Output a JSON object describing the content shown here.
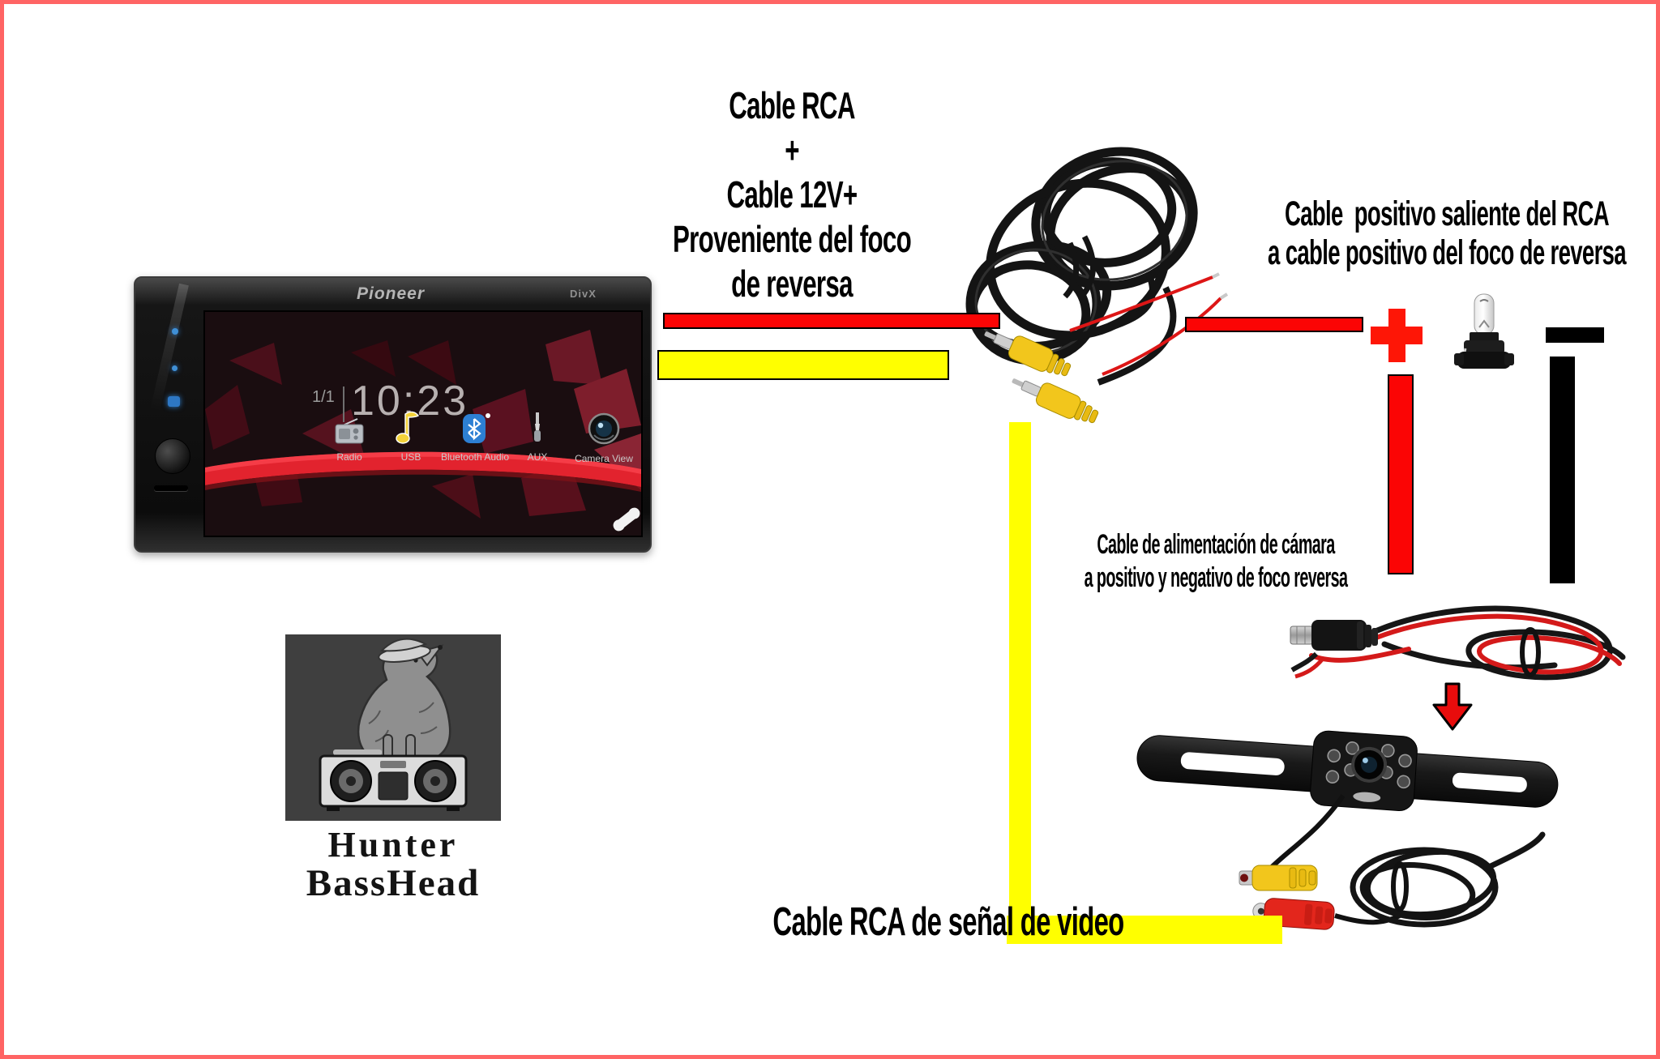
{
  "page": {
    "background": "#ffffff",
    "frame_color": "#ff6464"
  },
  "head_unit": {
    "brand": "Pioneer",
    "badge": "DivX",
    "status_date": "1/1",
    "status_clock": "10:23",
    "menu_labels": [
      "Radio",
      "USB",
      "Bluetooth Audio",
      "AUX",
      "Camera View"
    ]
  },
  "annotations": {
    "top_title_lines": [
      "Cable RCA",
      "+",
      "Cable 12V+",
      "Proveniente del foco",
      "de reversa"
    ],
    "rca_positive_lines": [
      "Cable  positivo saliente del RCA",
      "a cable positivo del foco de reversa"
    ],
    "camera_power_lines": [
      "Cable de alimentación de cámara",
      "a positivo y negativo de foco reversa"
    ],
    "video_signal": "Cable RCA de señal de video"
  },
  "logo": {
    "line1": "Hunter",
    "line2": "BassHead"
  },
  "wires": {
    "red": "#fb0505",
    "yellow": "#ffff00",
    "black": "#000000"
  },
  "symbols": {
    "positive": "+",
    "negative": "−"
  }
}
